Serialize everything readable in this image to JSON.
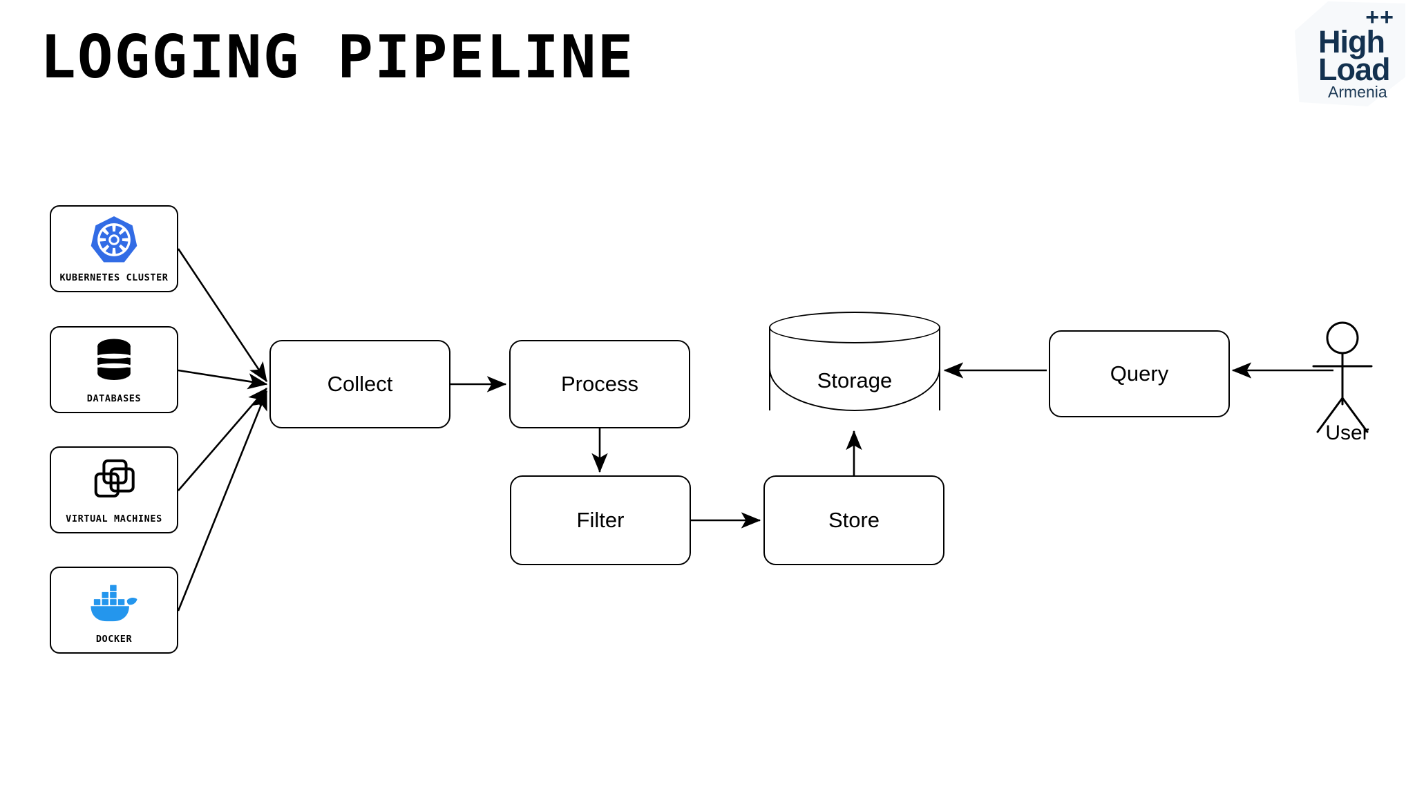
{
  "page": {
    "title": "LOGGING PIPELINE",
    "background_color": "#ffffff"
  },
  "brand": {
    "name": "logo-highload-armenia",
    "plus": "++",
    "line1": "High",
    "line2": "Load",
    "line3": "Armenia",
    "color": "#13314f",
    "hex_fill": "#f7f9fb"
  },
  "diagram": {
    "type": "flow",
    "stroke_color": "#000000",
    "sources": [
      {
        "id": "kubernetes",
        "label": "KUBERNETES CLUSTER",
        "icon": "kubernetes-helm-icon",
        "icon_color": "#326CE5"
      },
      {
        "id": "databases",
        "label": "DATABASES",
        "icon": "database-stack-icon",
        "icon_color": "#000000"
      },
      {
        "id": "vms",
        "label": "VIRTUAL MACHINES",
        "icon": "stacked-windows-icon",
        "icon_color": "#000000"
      },
      {
        "id": "docker",
        "label": "DOCKER",
        "icon": "docker-whale-icon",
        "icon_color": "#2496ED"
      }
    ],
    "nodes": [
      {
        "id": "collect",
        "label": "Collect",
        "shape": "rounded-rect"
      },
      {
        "id": "process",
        "label": "Process",
        "shape": "rounded-rect"
      },
      {
        "id": "filter",
        "label": "Filter",
        "shape": "rounded-rect"
      },
      {
        "id": "store",
        "label": "Store",
        "shape": "rounded-rect"
      },
      {
        "id": "storage",
        "label": "Storage",
        "shape": "cylinder"
      },
      {
        "id": "query",
        "label": "Query",
        "shape": "rounded-rect"
      },
      {
        "id": "user",
        "label": "User",
        "shape": "actor"
      }
    ],
    "edges": [
      {
        "from": "kubernetes",
        "to": "collect"
      },
      {
        "from": "databases",
        "to": "collect"
      },
      {
        "from": "vms",
        "to": "collect"
      },
      {
        "from": "docker",
        "to": "collect"
      },
      {
        "from": "collect",
        "to": "process"
      },
      {
        "from": "process",
        "to": "filter"
      },
      {
        "from": "filter",
        "to": "store"
      },
      {
        "from": "store",
        "to": "storage"
      },
      {
        "from": "storage",
        "to": "query",
        "direction": "query-to-storage"
      },
      {
        "from": "user",
        "to": "query"
      }
    ]
  }
}
